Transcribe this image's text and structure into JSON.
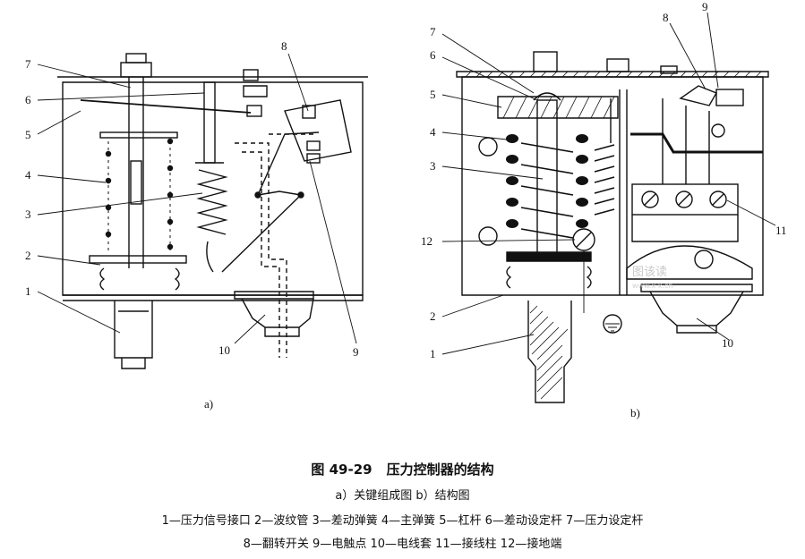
{
  "figure": {
    "panel_a_label": "a)",
    "panel_b_label": "b)",
    "labels_a": [
      "7",
      "6",
      "5",
      "4",
      "3",
      "2",
      "1",
      "8",
      "10",
      "9"
    ],
    "labels_b": [
      "7",
      "6",
      "5",
      "4",
      "3",
      "12",
      "2",
      "1",
      "8",
      "9",
      "11",
      "10"
    ],
    "watermark_main": "图该读",
    "watermark_sub": "www.x·x.cn"
  },
  "caption": {
    "title_number": "图 49-29",
    "title_text": "压力控制器的结构",
    "subtitle": "a）关键组成图   b）结构图",
    "legend_line1": "1—压力信号接口   2—波纹管   3—差动弹簧   4—主弹簧   5—杠杆   6—差动设定杆   7—压力设定杆",
    "legend_line2": "8—翻转开关   9—电触点   10—电线套   11—接线柱   12—接地端"
  },
  "colors": {
    "ink": "#111111",
    "paper": "#ffffff",
    "watermark": "#c8c8c8"
  }
}
